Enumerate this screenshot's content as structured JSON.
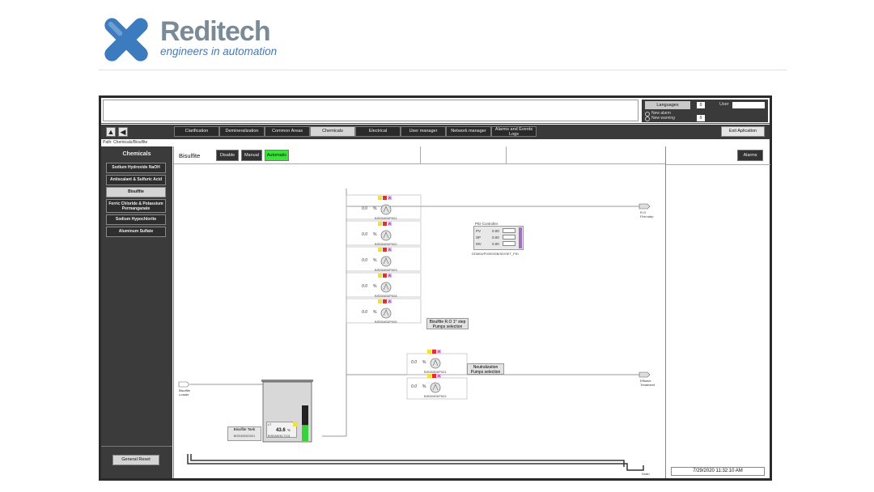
{
  "logo": {
    "brand": "Reditech",
    "tagline": "engineers in automation",
    "colors": {
      "blue": "#3d7bbf",
      "gray": "#7a8a96"
    }
  },
  "topbar": {
    "languages_label": "Languages",
    "language_value": "0",
    "user_label": "User",
    "user_value": "",
    "new_alarm": "New alarm",
    "new_warning": "New warning",
    "alarm_count": "0",
    "warning_count": "0"
  },
  "nav": {
    "tabs": [
      {
        "label": "Clarification"
      },
      {
        "label": "Demineralization"
      },
      {
        "label": "Common Areas"
      },
      {
        "label": "Chemicals"
      },
      {
        "label": "Electrical"
      },
      {
        "label": "User manager"
      },
      {
        "label": "Network manager"
      },
      {
        "label": "Alarms and Events Logs"
      }
    ],
    "exit_label": "Exit Aplication",
    "home_icon": "home-icon",
    "back_icon": "back-arrow-icon"
  },
  "path": "Path: Chemicals/Bisulfite",
  "sidebar": {
    "title": "Chemicals",
    "items": [
      {
        "label": "Sodium Hydroxide NaOH"
      },
      {
        "label": "Antiscalant & Sulfuric Acid"
      },
      {
        "label": "Bisulfite"
      },
      {
        "label": "Ferric Chloride & Potassium Permanganate"
      },
      {
        "label": "Sodium Hypochlorite"
      },
      {
        "label": "Aluminum Sulfate"
      }
    ],
    "general_reset": "General Reset"
  },
  "main": {
    "title": "Bisulfite",
    "modes": {
      "disable": "Disable",
      "manual": "Manual",
      "automatic": "Automatic"
    },
    "alarms_label": "Alarms",
    "datetime": "7/29/2020 11:32:10 AM"
  },
  "diagram": {
    "pumps_group1": [
      {
        "value": "0.0",
        "unit": "%",
        "tag": "BISDM03/P001"
      },
      {
        "value": "0.0",
        "unit": "%",
        "tag": "BISDM03/P002"
      },
      {
        "value": "0.0",
        "unit": "%",
        "tag": "BISDM03/P003"
      },
      {
        "value": "0.0",
        "unit": "%",
        "tag": "BISDM03/P004"
      },
      {
        "value": "0.0",
        "unit": "%",
        "tag": "BISDM03/P005"
      }
    ],
    "group1_label": [
      "Bisulfite R.O 1° step",
      "Pumps selection"
    ],
    "pumps_group2": [
      {
        "value": "0.0",
        "unit": "%",
        "tag": "BISDM03/P001"
      },
      {
        "value": "0.0",
        "unit": "%",
        "tag": "BISDM03/P002"
      }
    ],
    "group2_label": [
      "Neutralization",
      "Pumps selection"
    ],
    "pid": {
      "title": "PID Controller",
      "rows": [
        {
          "k": "PV",
          "v": "0.00"
        },
        {
          "k": "SP",
          "v": "0.00"
        },
        {
          "k": "MV",
          "v": "0.00"
        }
      ],
      "tag": "DDM04/P005/SDB/SD/SET_PID"
    },
    "outlets": [
      {
        "label": [
          "R.O",
          "First step"
        ]
      },
      {
        "label": [
          "Effluent",
          "Treatment"
        ]
      }
    ],
    "inlet": [
      "Bisulfite",
      "Loader"
    ],
    "tank": {
      "label": "Bisulfite Tank",
      "tag": "BISDM03/D001",
      "lt": "LT",
      "level_value": "43.6",
      "unit": "%",
      "lt_tag": "BISDM03/LT101",
      "level_fraction": 0.45
    },
    "drain": "Drain"
  }
}
